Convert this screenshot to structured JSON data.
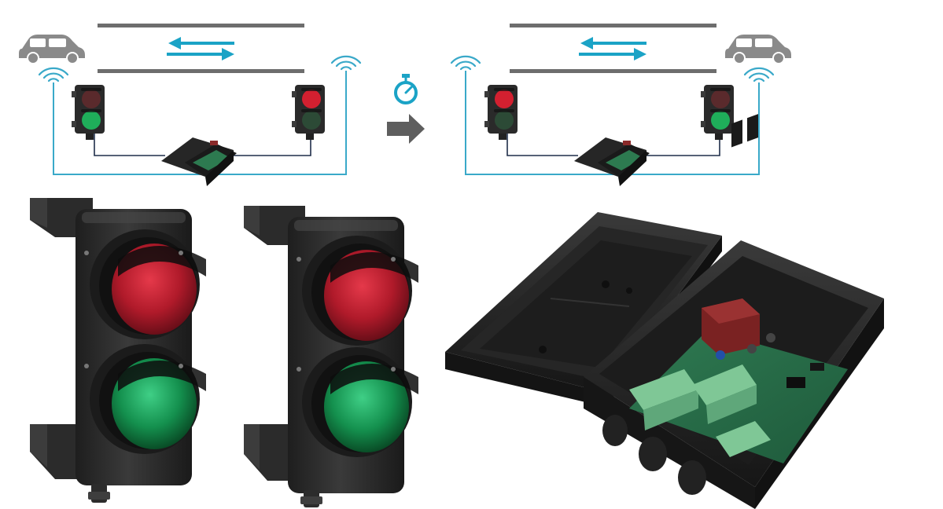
{
  "colors": {
    "background": "#ffffff",
    "road": "#6d6d6d",
    "traffic_arrows": "#1ba3c6",
    "wiring": "#3aa9c9",
    "signal_wire": "#1f2e4a",
    "timer_icon": "#1ba3c6",
    "next_arrow": "#5e5e5e",
    "car": "#8a8a8a",
    "light_housing": "#2a2a2a",
    "red_on": "#d32030",
    "red_off": "#5a2a2c",
    "green_on": "#1fae5a",
    "green_off": "#2c4a36"
  },
  "icons": {
    "car": "car-icon",
    "sensor": "wireless-signal-icon",
    "timer": "stopwatch-icon",
    "next": "arrow-right-icon",
    "two_way": "two-way-arrows-icon"
  },
  "scenarios": [
    {
      "car_side": "left",
      "left_light": "green",
      "right_light": "red"
    },
    {
      "car_side": "right",
      "left_light": "red",
      "right_light": "green"
    }
  ],
  "products": {
    "traffic_lights_count": 2,
    "lamp_colors": [
      "red",
      "green"
    ],
    "control_box_state": "open"
  }
}
